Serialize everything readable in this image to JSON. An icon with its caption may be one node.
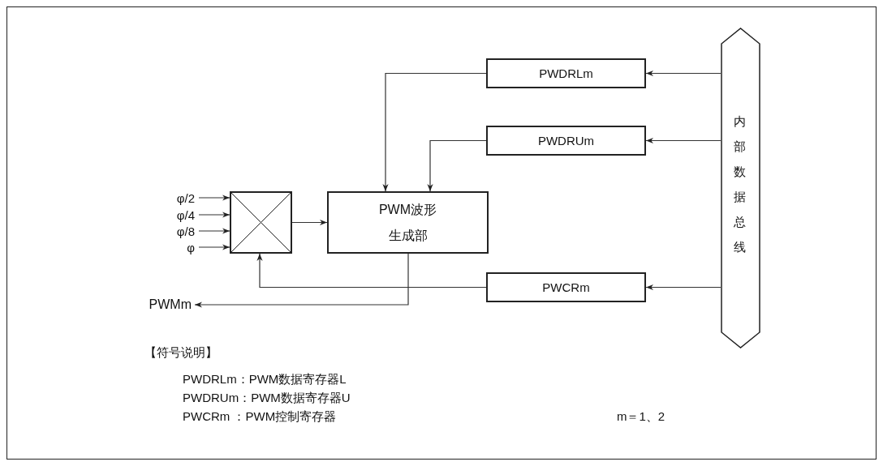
{
  "diagram": {
    "nodes": [
      {
        "text": [
          "PWDRLm"
        ]
      },
      {
        "text": [
          "PWDRUm"
        ]
      },
      {
        "text": [],
        "shape": "box"
      },
      {
        "text": [
          "PWM波形生成部"
        ]
      },
      {
        "text": [
          "PWCRm"
        ]
      },
      {
        "text": [
          "内部数据总线"
        ]
      },
      {
        "text": [
          "φ/2"
        ]
      },
      {
        "text": [
          "φ/4"
        ]
      },
      {
        "text": [
          "φ/8"
        ]
      },
      {
        "text": [
          "φ"
        ]
      },
      {
        "text": [
          "PWMm"
        ]
      }
    ],
    "edges": [
      {
        "from": 5,
        "to": 0,
        "arrow": "to"
      },
      {
        "from": 5,
        "to": 1,
        "arrow": "to"
      },
      {
        "from": 5,
        "to": 4,
        "arrow": "to"
      },
      {
        "from": 0,
        "to": 3,
        "arrow": "to"
      },
      {
        "from": 1,
        "to": 3,
        "arrow": "to"
      },
      {
        "from": 6,
        "to": 2,
        "arrow": "to"
      },
      {
        "from": 7,
        "to": 2,
        "arrow": "to"
      },
      {
        "from": 8,
        "to": 2,
        "arrow": "to"
      },
      {
        "from": 9,
        "to": 2,
        "arrow": "to"
      },
      {
        "from": 2,
        "to": 3,
        "arrow": "to"
      },
      {
        "from": 4,
        "to": 2,
        "arrow": "to"
      },
      {
        "from": 3,
        "to": 10,
        "arrow": "to"
      }
    ],
    "labels": [
      "【符号说明】",
      "PWDRLm：PWM数据寄存器L",
      "PWDRUm：PWM数据寄存器U",
      "PWCRm ：PWM控制寄存器",
      "m＝1、2"
    ]
  }
}
